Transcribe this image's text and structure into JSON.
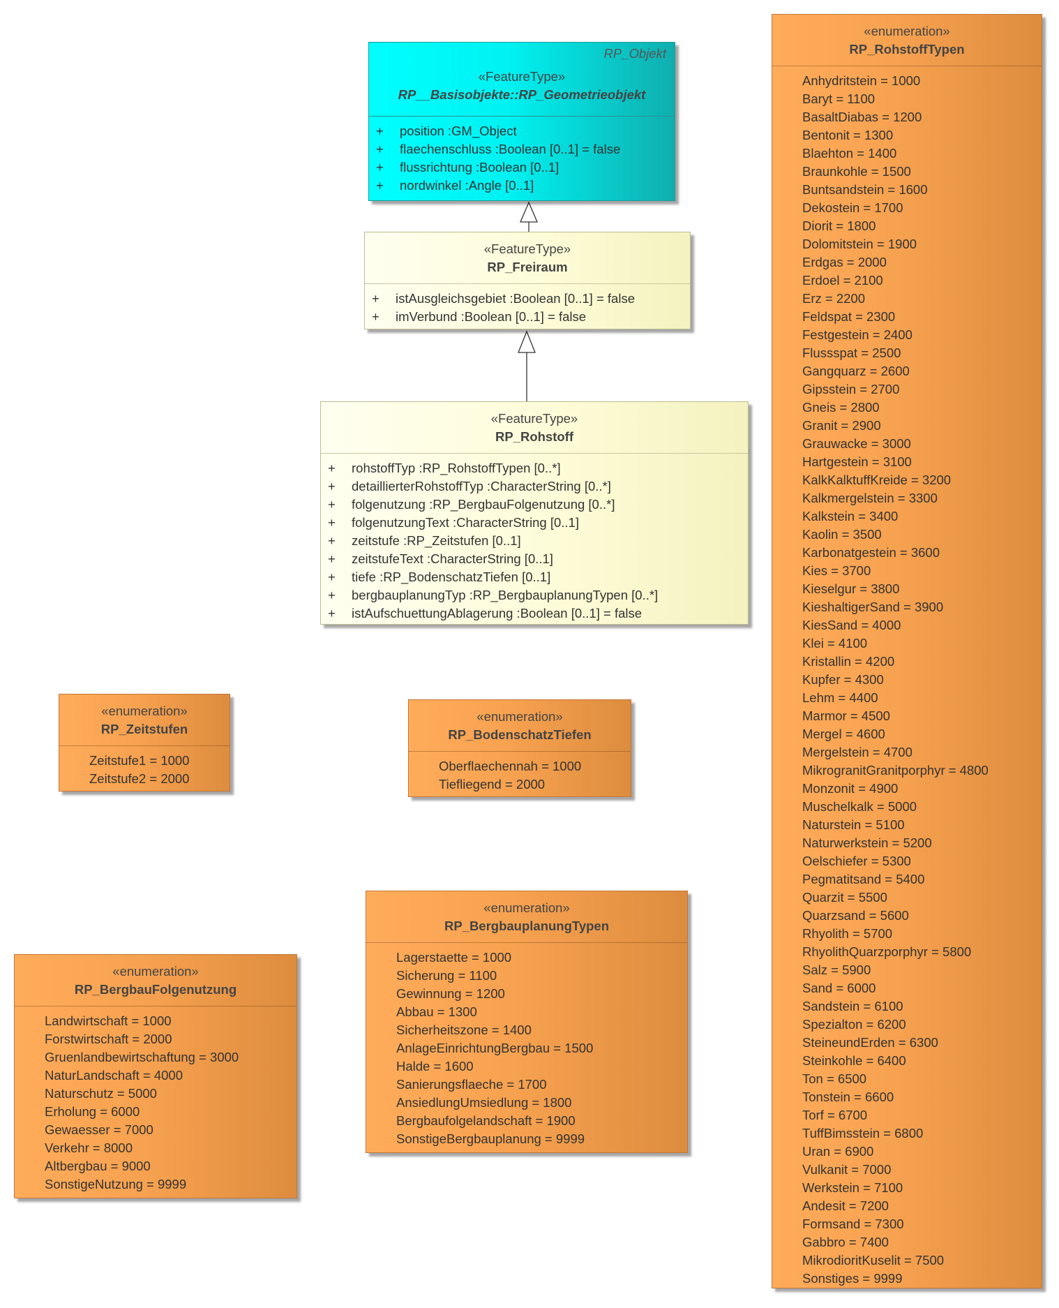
{
  "classes": {
    "geometrieobjekt": {
      "parent_tag": "RP_Objekt",
      "stereotype": "«FeatureType»",
      "name": "RP__Basisobjekte::RP_Geometrieobjekt",
      "attributes": [
        {
          "vis": "+",
          "text": "position  :GM_Object"
        },
        {
          "vis": "+",
          "text": "flaechenschluss  :Boolean [0..1] = false"
        },
        {
          "vis": "+",
          "text": "flussrichtung  :Boolean [0..1]"
        },
        {
          "vis": "+",
          "text": "nordwinkel  :Angle [0..1]"
        }
      ]
    },
    "freiraum": {
      "stereotype": "«FeatureType»",
      "name": "RP_Freiraum",
      "attributes": [
        {
          "vis": "+",
          "text": "istAusgleichsgebiet  :Boolean [0..1] = false"
        },
        {
          "vis": "+",
          "text": "imVerbund  :Boolean [0..1] = false"
        }
      ]
    },
    "rohstoff": {
      "stereotype": "«FeatureType»",
      "name": "RP_Rohstoff",
      "attributes": [
        {
          "vis": "+",
          "text": "rohstoffTyp  :RP_RohstoffTypen [0..*]"
        },
        {
          "vis": "+",
          "text": "detaillierterRohstoffTyp  :CharacterString [0..*]"
        },
        {
          "vis": "+",
          "text": "folgenutzung  :RP_BergbauFolgenutzung [0..*]"
        },
        {
          "vis": "+",
          "text": "folgenutzungText  :CharacterString [0..1]"
        },
        {
          "vis": "+",
          "text": "zeitstufe  :RP_Zeitstufen [0..1]"
        },
        {
          "vis": "+",
          "text": "zeitstufeText  :CharacterString [0..1]"
        },
        {
          "vis": "+",
          "text": "tiefe  :RP_BodenschatzTiefen [0..1]"
        },
        {
          "vis": "+",
          "text": "bergbauplanungTyp  :RP_BergbauplanungTypen [0..*]"
        },
        {
          "vis": "+",
          "text": "istAufschuettungAblagerung  :Boolean [0..1] = false"
        }
      ]
    }
  },
  "enumerations": {
    "zeitstufen": {
      "stereotype": "«enumeration»",
      "name": "RP_Zeitstufen",
      "literals": [
        "Zeitstufe1 = 1000",
        "Zeitstufe2 = 2000"
      ]
    },
    "bodenschatztiefen": {
      "stereotype": "«enumeration»",
      "name": "RP_BodenschatzTiefen",
      "literals": [
        "Oberflaechennah = 1000",
        "Tiefliegend = 2000"
      ]
    },
    "bergbaufolgenutzung": {
      "stereotype": "«enumeration»",
      "name": "RP_BergbauFolgenutzung",
      "literals": [
        "Landwirtschaft = 1000",
        "Forstwirtschaft = 2000",
        "Gruenlandbewirtschaftung = 3000",
        "NaturLandschaft = 4000",
        "Naturschutz = 5000",
        "Erholung = 6000",
        "Gewaesser = 7000",
        "Verkehr = 8000",
        "Altbergbau = 9000",
        "SonstigeNutzung = 9999"
      ]
    },
    "bergbauplanungtypen": {
      "stereotype": "«enumeration»",
      "name": "RP_BergbauplanungTypen",
      "literals": [
        "Lagerstaette = 1000",
        "Sicherung = 1100",
        "Gewinnung = 1200",
        "Abbau = 1300",
        "Sicherheitszone = 1400",
        "AnlageEinrichtungBergbau = 1500",
        "Halde = 1600",
        "Sanierungsflaeche = 1700",
        "AnsiedlungUmsiedlung = 1800",
        "Bergbaufolgelandschaft = 1900",
        "SonstigeBergbauplanung = 9999"
      ]
    },
    "rohstofftypen": {
      "stereotype": "«enumeration»",
      "name": "RP_RohstoffTypen",
      "literals": [
        "Anhydritstein = 1000",
        "Baryt = 1100",
        "BasaltDiabas = 1200",
        "Bentonit = 1300",
        "Blaehton = 1400",
        "Braunkohle = 1500",
        "Buntsandstein = 1600",
        "Dekostein = 1700",
        "Diorit = 1800",
        "Dolomitstein = 1900",
        "Erdgas = 2000",
        "Erdoel = 2100",
        "Erz = 2200",
        "Feldspat = 2300",
        "Festgestein = 2400",
        "Flussspat = 2500",
        "Gangquarz = 2600",
        "Gipsstein = 2700",
        "Gneis = 2800",
        "Granit = 2900",
        "Grauwacke = 3000",
        "Hartgestein = 3100",
        "KalkKalktuffKreide = 3200",
        "Kalkmergelstein = 3300",
        "Kalkstein = 3400",
        "Kaolin = 3500",
        "Karbonatgestein = 3600",
        "Kies = 3700",
        "Kieselgur = 3800",
        "KieshaltigerSand = 3900",
        "KiesSand = 4000",
        "Klei = 4100",
        "Kristallin = 4200",
        "Kupfer = 4300",
        "Lehm = 4400",
        "Marmor = 4500",
        "Mergel = 4600",
        "Mergelstein = 4700",
        "MikrogranitGranitporphyr = 4800",
        "Monzonit = 4900",
        "Muschelkalk = 5000",
        "Naturstein = 5100",
        "Naturwerkstein = 5200",
        "Oelschiefer = 5300",
        "Pegmatitsand = 5400",
        "Quarzit = 5500",
        "Quarzsand = 5600",
        "Rhyolith = 5700",
        "RhyolithQuarzporphyr = 5800",
        "Salz = 5900",
        "Sand = 6000",
        "Sandstein = 6100",
        "Spezialton = 6200",
        "SteineundErden = 6300",
        "Steinkohle = 6400",
        "Ton = 6500",
        "Tonstein = 6600",
        "Torf = 6700",
        "TuffBimsstein = 6800",
        "Uran = 6900",
        "Vulkanit = 7000",
        "Werkstein = 7100",
        "Andesit = 7200",
        "Formsand = 7300",
        "Gabbro = 7400",
        "MikrodioritKuselit = 7500",
        "Sonstiges = 9999"
      ]
    }
  },
  "colors": {
    "enumeration_fill": "#f7a250",
    "featuretype_fill": "#fdfcd8",
    "external_class_fill": "#00f2f2",
    "edge": "#333333"
  }
}
